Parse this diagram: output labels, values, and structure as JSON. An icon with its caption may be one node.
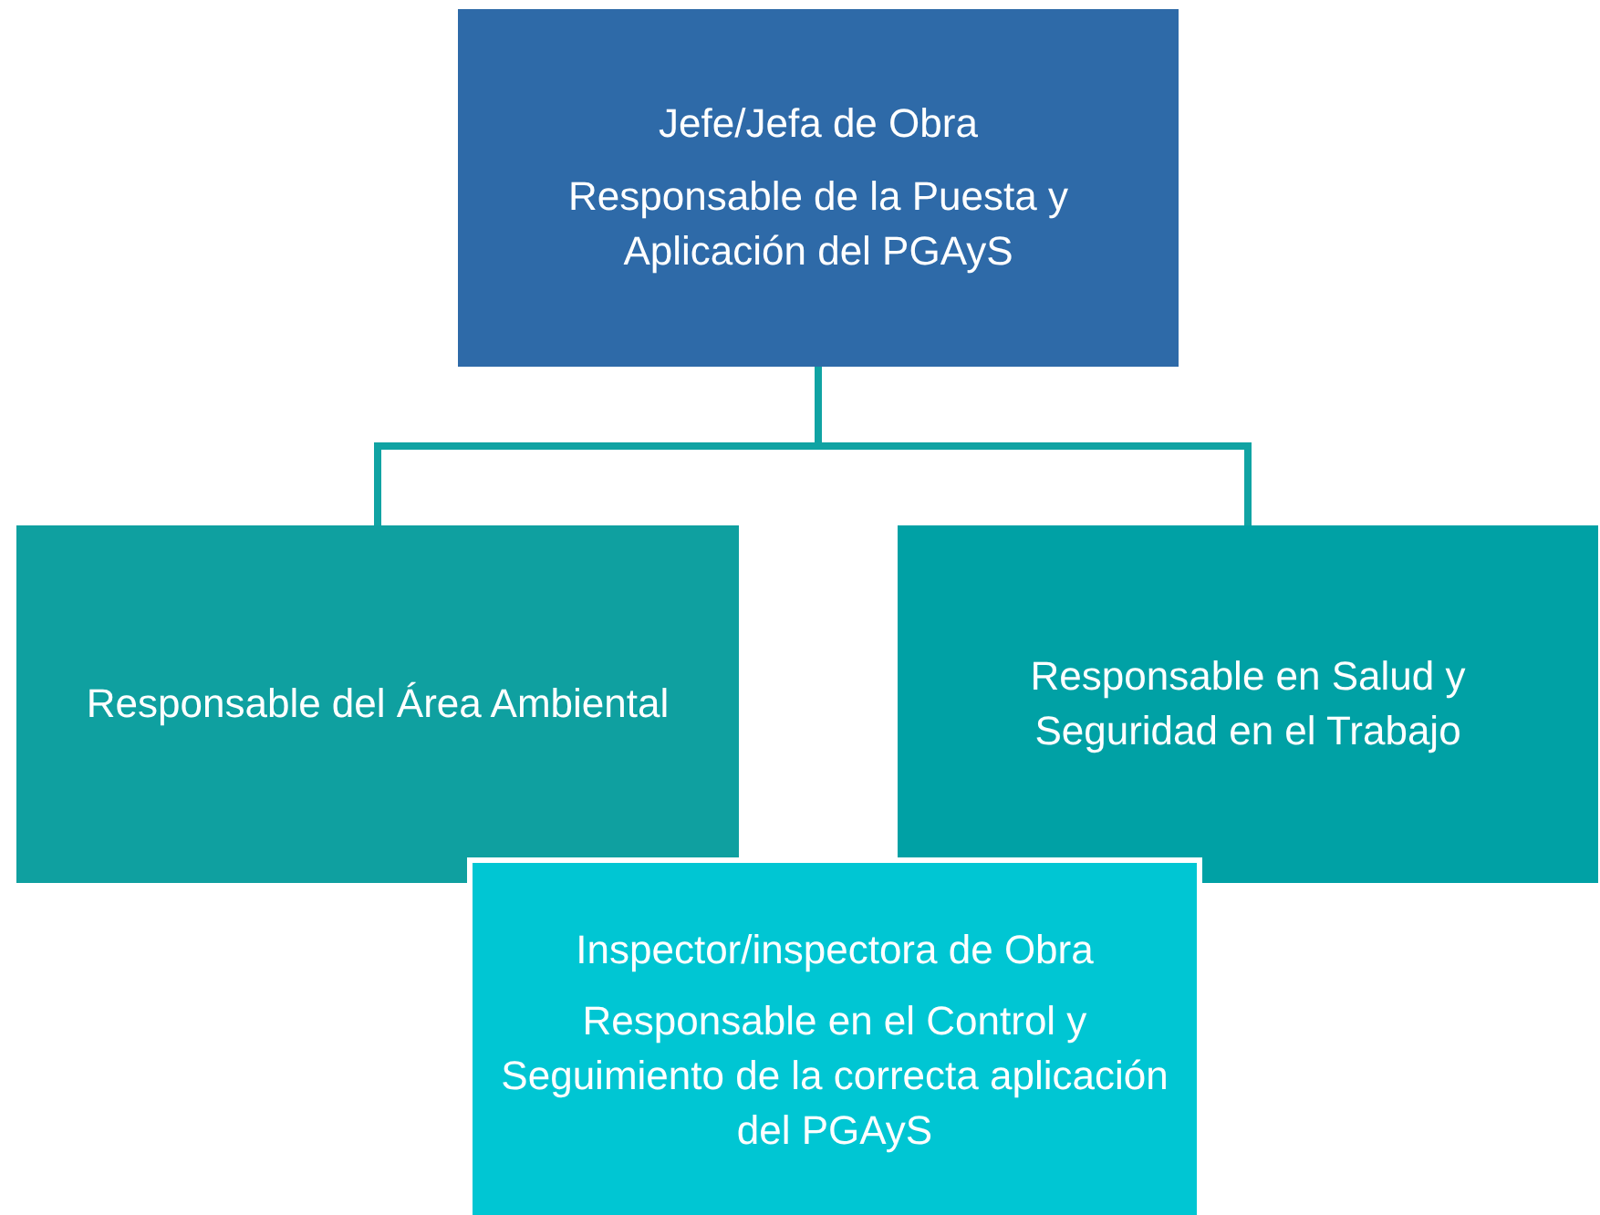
{
  "diagram": {
    "nodes": [
      {
        "text": [
          "Jefe/Jefa de Obra",
          "Responsable de la Puesta y Aplicación del PGAyS"
        ]
      },
      {
        "text": [
          "Responsable del Área Ambiental"
        ]
      },
      {
        "text": [
          "Responsable en Salud y Seguridad en el Trabajo"
        ]
      },
      {
        "text": [
          "Inspector/inspectora de Obra",
          "Responsable en el Control y Seguimiento de la correcta aplicación del PGAyS"
        ]
      }
    ],
    "edges": [
      {
        "from": 0,
        "to": 1,
        "arrow": "none"
      },
      {
        "from": 0,
        "to": 2,
        "arrow": "none"
      }
    ]
  }
}
